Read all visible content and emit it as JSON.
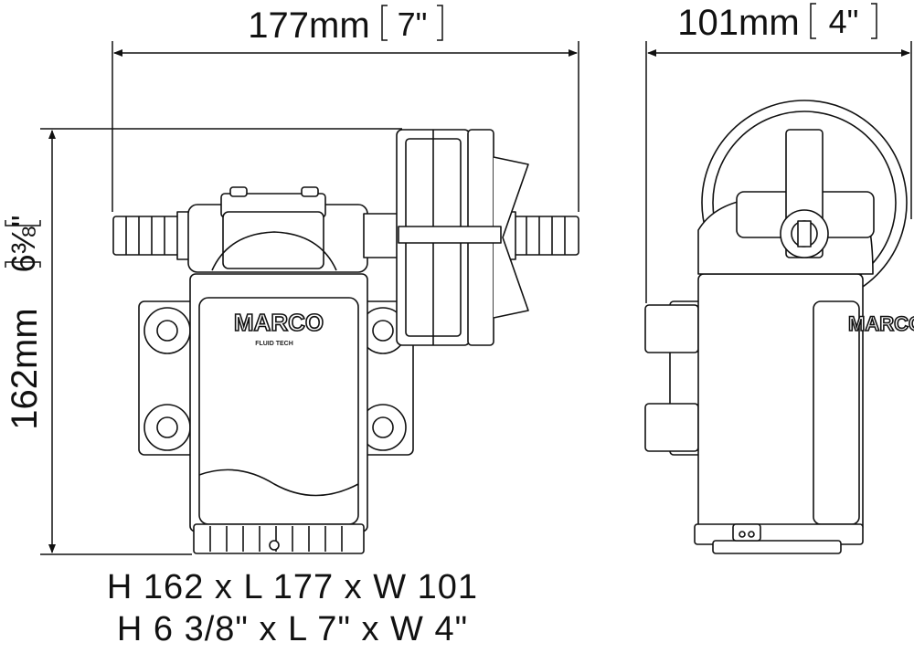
{
  "dimensions": {
    "length": {
      "value": "177mm",
      "inch": "7\""
    },
    "width": {
      "value": "101mm",
      "inch": "4\""
    },
    "height": {
      "value": "162mm",
      "inch": "6⅜\""
    }
  },
  "brand": {
    "name": "MARCO",
    "subtitle": "FLUID TECH"
  },
  "caption": {
    "line1": "H 162 x L 177 x W 101",
    "line2": "H 6 3/8\" x L 7\" x W 4\""
  },
  "colors": {
    "line": "#111111",
    "fill": "#ffffff",
    "shade": "#d8d8d8"
  }
}
